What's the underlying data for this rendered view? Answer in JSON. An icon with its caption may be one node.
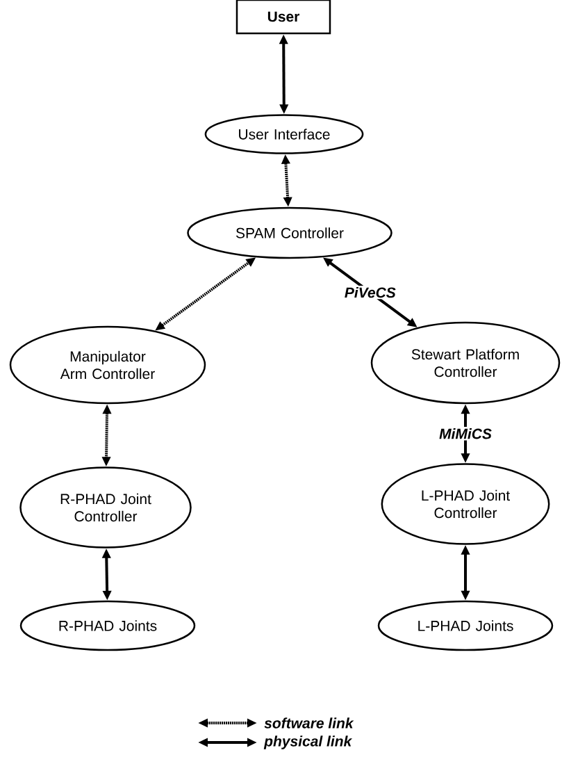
{
  "diagram": {
    "nodes": [
      {
        "text": [
          "User"
        ]
      },
      {
        "text": [
          "User Interface"
        ]
      },
      {
        "text": [
          "SPAM Controller"
        ]
      },
      {
        "text": [
          "Manipulator Arm Controller"
        ]
      },
      {
        "text": [
          "Stewart Platform Controller"
        ]
      },
      {
        "text": [
          "R-PHAD Joint Controller"
        ]
      },
      {
        "text": [
          "L-PHAD Joint Controller"
        ]
      },
      {
        "text": [
          "R-PHAD Joints"
        ]
      },
      {
        "text": [
          "L-PHAD Joints"
        ]
      }
    ],
    "edges": [
      {
        "from": 0,
        "to": 1,
        "arrow": "both"
      },
      {
        "from": 1,
        "to": 2,
        "arrow": "both",
        "style": "dashed"
      },
      {
        "from": 3,
        "to": 2,
        "arrow": "both",
        "style": "dashed"
      },
      {
        "from": 2,
        "to": 4,
        "arrow": "both",
        "label": "PiVeCS"
      },
      {
        "from": 4,
        "to": 6,
        "arrow": "both",
        "label": "MiMiCS"
      },
      {
        "from": 3,
        "to": 5,
        "arrow": "both",
        "style": "dashed"
      },
      {
        "from": 5,
        "to": 7,
        "arrow": "both"
      },
      {
        "from": 6,
        "to": 8,
        "arrow": "both"
      }
    ],
    "legend": [
      {
        "text": "software link"
      },
      {
        "text": "physical link"
      }
    ]
  }
}
